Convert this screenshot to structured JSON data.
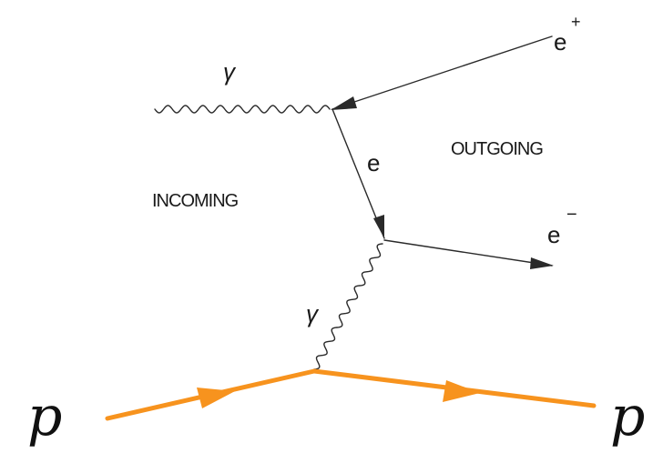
{
  "diagram": {
    "labels": {
      "photon_top": "γ",
      "photon_bottom": "γ",
      "positron": "e",
      "positron_charge": "+",
      "electron_internal": "e",
      "electron_out": "e",
      "electron_out_charge": "−",
      "incoming": "INCOMING",
      "outgoing": "OUTGOING",
      "proton_in": "p",
      "proton_out": "p"
    },
    "colors": {
      "proton": "#F7931E",
      "lines": "#2a2a2a"
    }
  }
}
